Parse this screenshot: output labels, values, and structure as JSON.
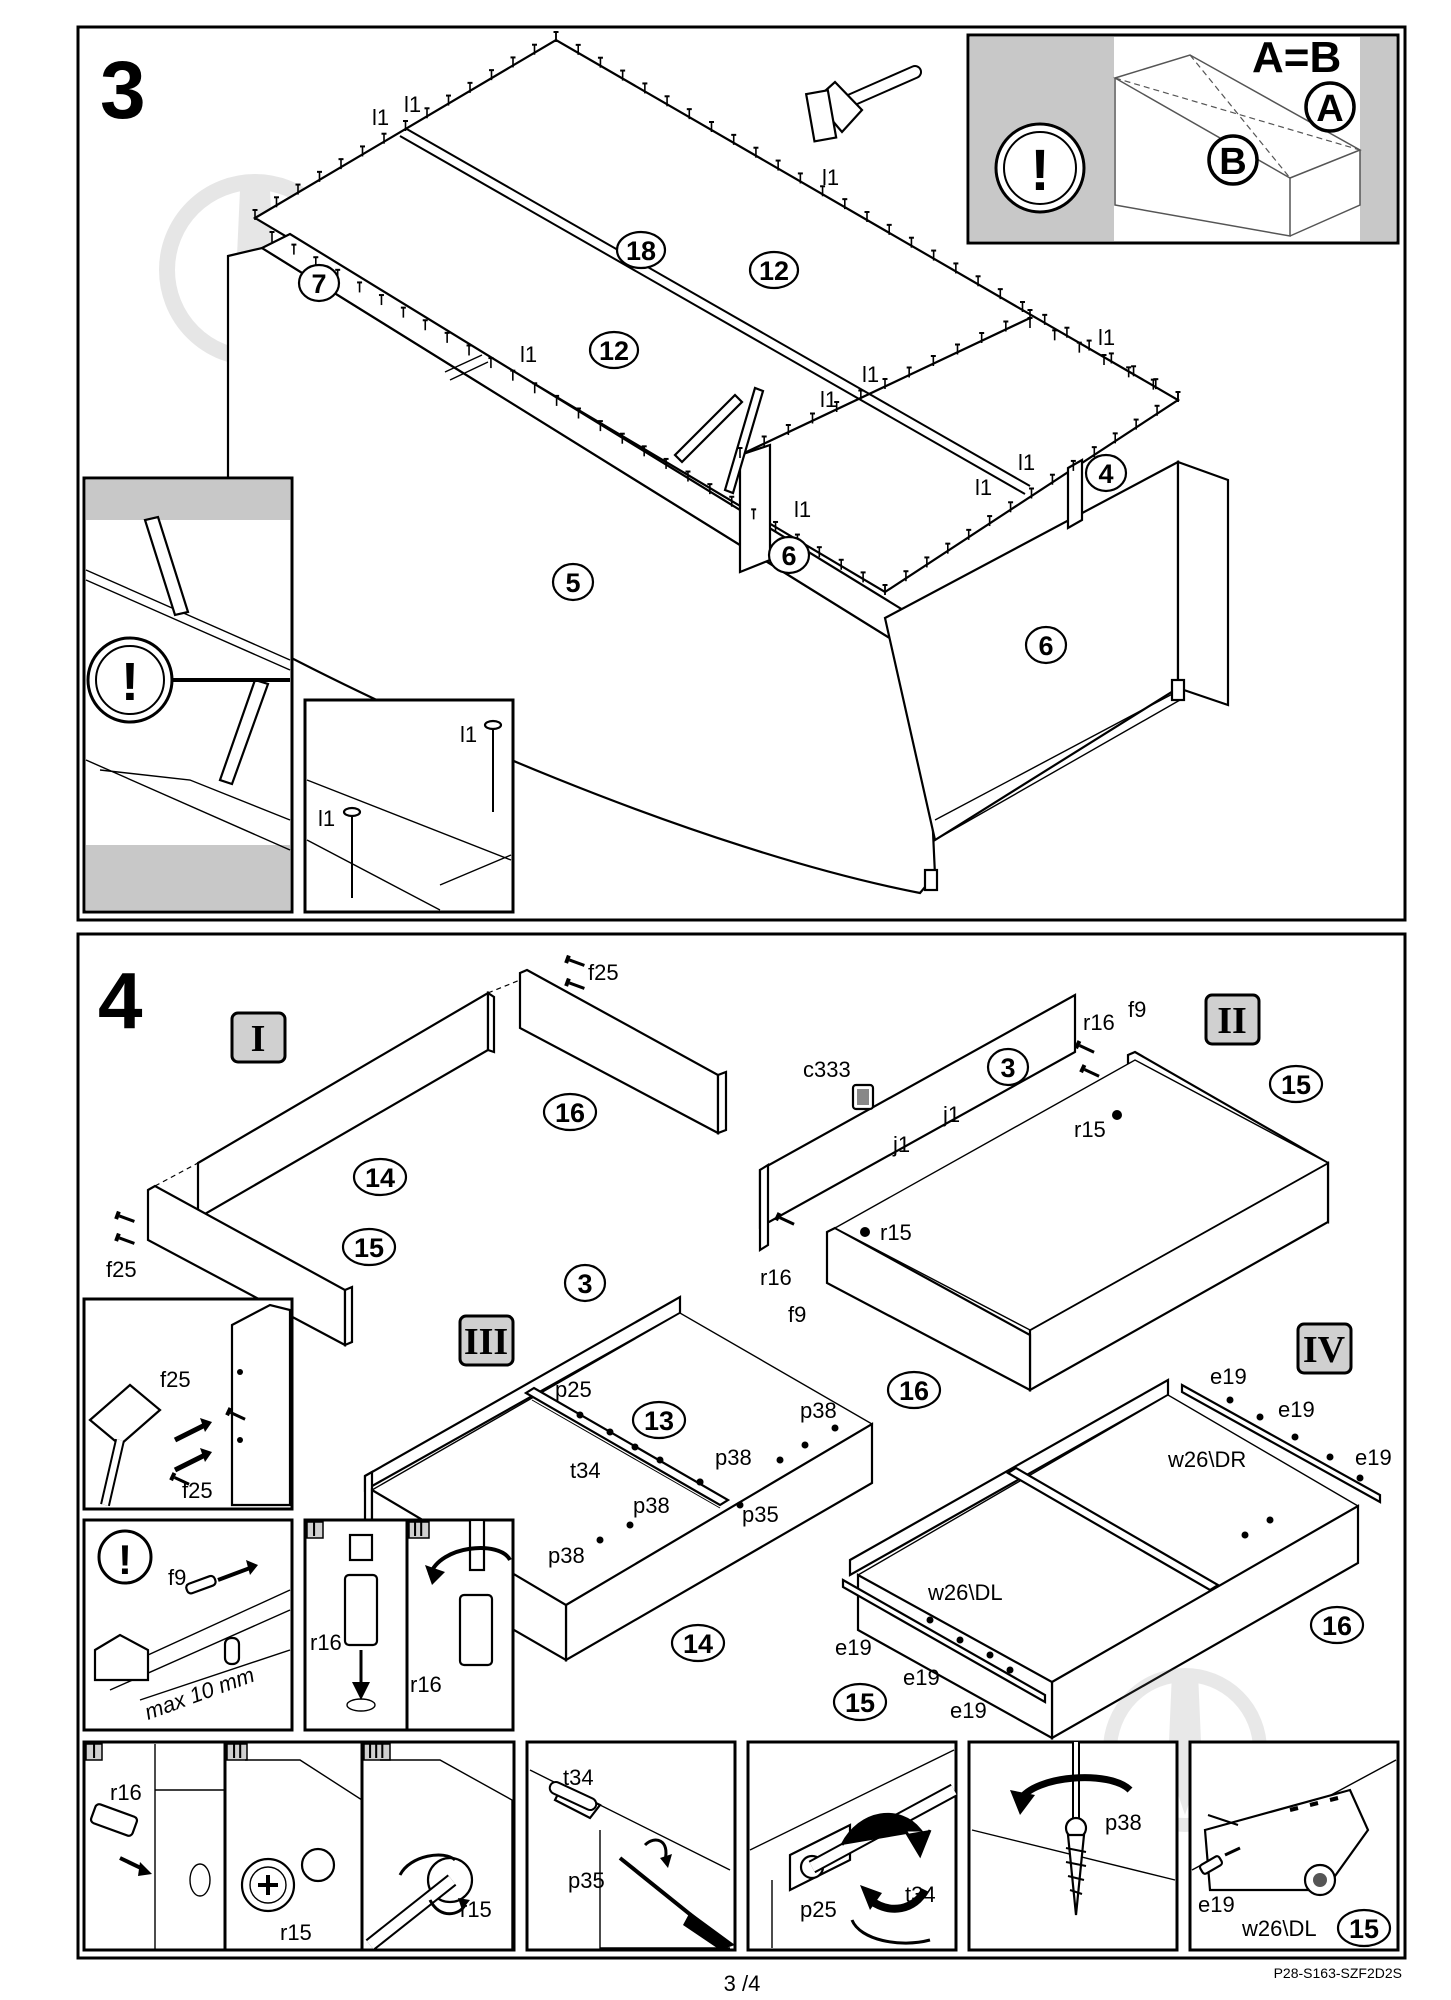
{
  "page": {
    "number": "3 /4",
    "code": "P28-S163-SZF2D2S"
  },
  "step3": {
    "number": "3",
    "inset_top": {
      "label": "A=B",
      "point_a": "A",
      "point_b": "B"
    },
    "parts": {
      "p18": "18",
      "p12a": "12",
      "p12b": "12",
      "p7": "7",
      "p5": "5",
      "p6a": "6",
      "p6b": "6",
      "p4": "4"
    },
    "nail_label": "l1",
    "nail_inset": {
      "label_a": "l1",
      "label_b": "l1"
    }
  },
  "step4": {
    "number": "4",
    "sub_i": {
      "roman": "I",
      "parts": {
        "p14": "14",
        "p15": "15",
        "p16": "16"
      },
      "hw": {
        "f25_top": "f25",
        "f25_left": "f25"
      }
    },
    "sub_ii": {
      "roman": "II",
      "parts": {
        "p3": "3",
        "p15": "15",
        "p16": "16"
      },
      "hw": {
        "c333": "c333",
        "r16_top": "r16",
        "f9_top": "f9",
        "r15_top": "r15",
        "j1_a": "j1",
        "j1_b": "j1",
        "r15_mid": "r15",
        "r16_bot": "r16",
        "f9_bot": "f9"
      }
    },
    "sub_iii": {
      "roman": "III",
      "parts": {
        "p3": "3",
        "p13": "13",
        "p14": "14"
      },
      "hw": {
        "p25": "p25",
        "p38_a": "p38",
        "t34": "t34",
        "p38_b": "p38",
        "p38_c": "p38",
        "p35": "p35",
        "p38_d": "p38"
      }
    },
    "sub_iv": {
      "roman": "IV",
      "parts": {
        "p16": "16",
        "p15": "15"
      },
      "hw": {
        "e19_a": "e19",
        "e19_b": "e19",
        "e19_c": "e19",
        "w26dr": "w26\\DR",
        "w26dl": "w26\\DL",
        "e19_d": "e19",
        "e19_e": "e19",
        "e19_f": "e19"
      }
    },
    "detail_f25": {
      "label_a": "f25",
      "label_b": "f25"
    },
    "detail_f9": {
      "label": "f9",
      "note": "max 10 mm"
    },
    "detail_r16": {
      "tag_i": "I",
      "tag_ii": "II",
      "label_a": "r16",
      "label_b": "r16"
    },
    "bottom_row": {
      "d1": {
        "tag_i": "I",
        "tag_ii": "II",
        "tag_iii": "III",
        "r16": "r16",
        "r15_a": "r15",
        "r15_b": "r15"
      },
      "d2": {
        "t34": "t34",
        "p35": "p35"
      },
      "d3": {
        "p25": "p25",
        "t34": "t34"
      },
      "d4": {
        "p38": "p38"
      },
      "d5": {
        "e19": "e19",
        "w26dl": "w26\\DL",
        "p15": "15"
      }
    }
  }
}
